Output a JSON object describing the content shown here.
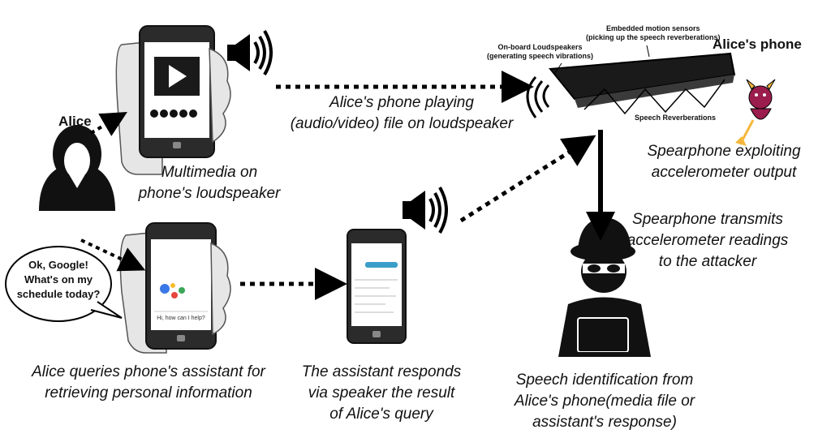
{
  "labels": {
    "alice": "Alice",
    "alices_phone": "Alice's phone",
    "multimedia": [
      "Multimedia on",
      "phone's loudspeaker"
    ],
    "playing": [
      "Alice's phone playing",
      "(audio/video) file on loudspeaker"
    ],
    "loudspeakers": [
      "On-board Loudspeakers",
      "(generating speech vibrations)"
    ],
    "motion_sensors": [
      "Embedded motion sensors",
      "(picking up the speech reverberations)"
    ],
    "reverberations": "Speech Reverberations",
    "spearphone_exploit": [
      "Spearphone exploiting",
      "accelerometer output"
    ],
    "spearphone_transmit": [
      "Spearphone transmits",
      "accelerometer readings",
      "to the attacker"
    ],
    "speech_bubble": [
      "Ok, Google!",
      "What's on my",
      "schedule today?"
    ],
    "assistant_prompt": "Hi, how can I help?",
    "alice_queries": [
      "Alice queries phone's assistant for",
      "retrieving personal information"
    ],
    "assistant_responds": [
      "The assistant responds",
      "via speaker the result",
      "of Alice's query"
    ],
    "speech_identification": [
      "Speech identification from",
      "Alice's phone(media file or",
      "assistant's response)"
    ]
  }
}
